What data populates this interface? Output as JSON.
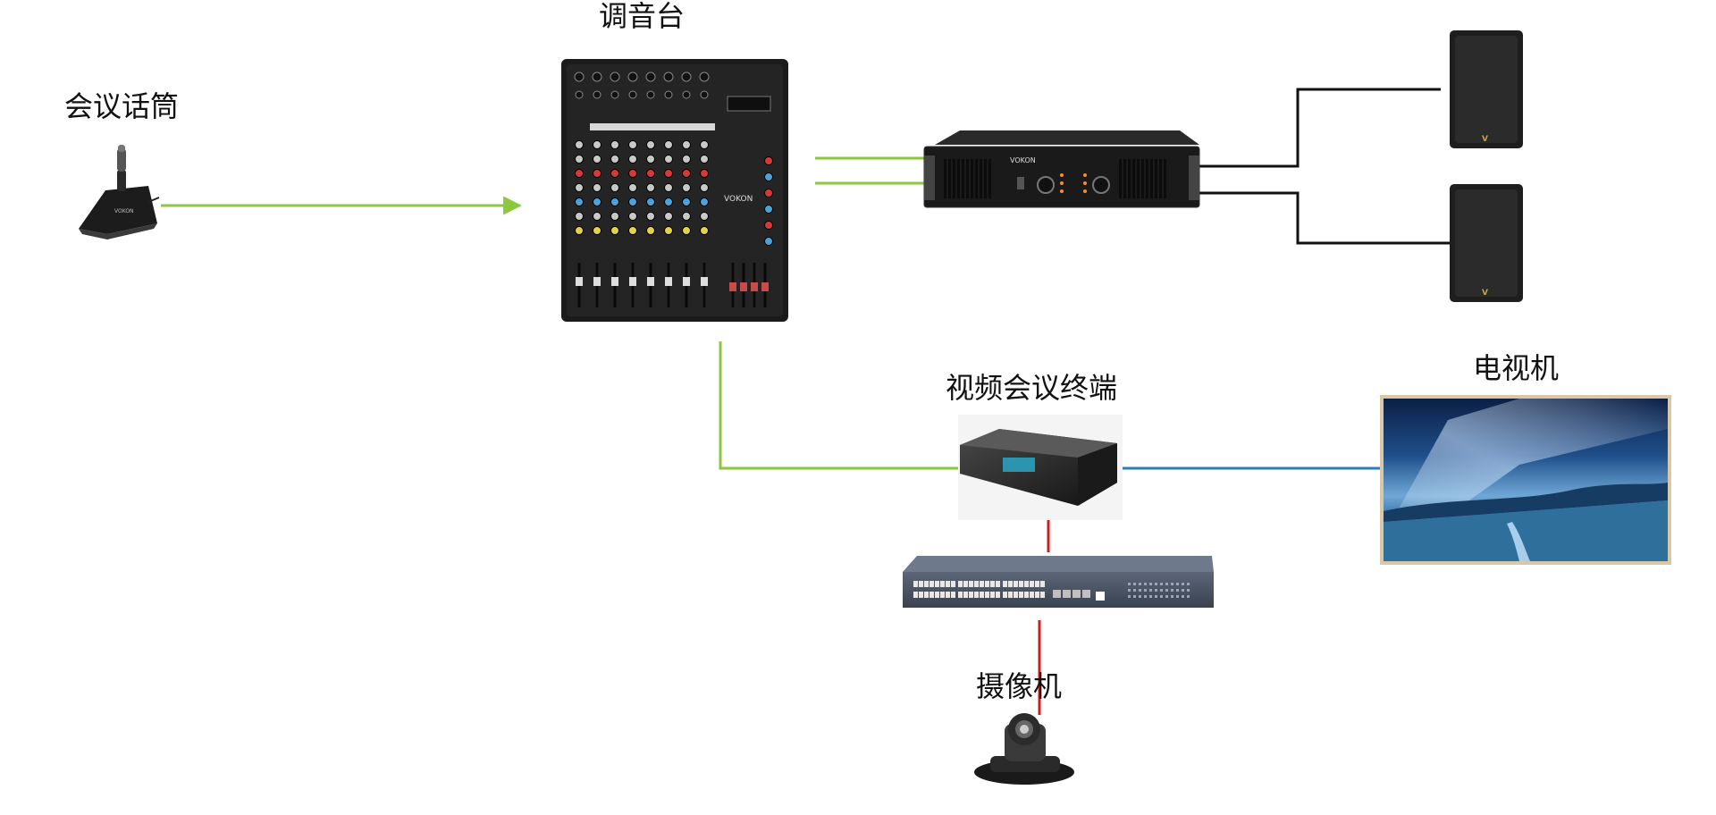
{
  "labels": {
    "microphone": "会议话筒",
    "mixer": "调音台",
    "codec": "视频会议终端",
    "tv": "电视机",
    "camera": "摄像机"
  },
  "brands": {
    "mixer": "VOKON",
    "amplifier": "VOKON",
    "speaker_logo": "V"
  },
  "colors": {
    "audio_line": "#8DC63F",
    "video_line": "#2E7FB0",
    "network_line": "#CC1F1F",
    "speaker_line": "#111111"
  },
  "icons": [
    "microphone-icon",
    "mixer-icon",
    "amplifier-icon",
    "speaker-icon",
    "codec-icon",
    "tv-icon",
    "switch-icon",
    "camera-icon"
  ]
}
